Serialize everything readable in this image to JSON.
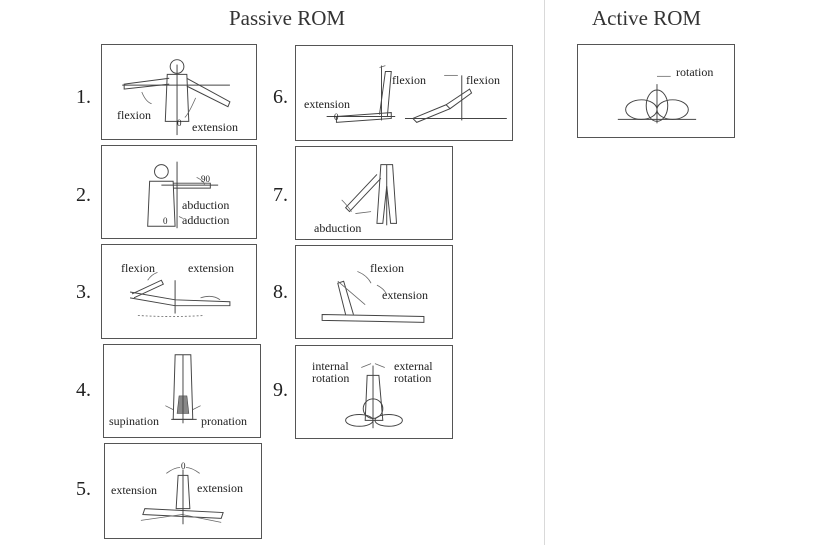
{
  "headings": {
    "passive": "Passive ROM",
    "active": "Active ROM"
  },
  "items": [
    {
      "number": "1.",
      "labels": {
        "flexion": "flexion",
        "zero": "0",
        "extension": "extension"
      }
    },
    {
      "number": "2.",
      "labels": {
        "ninety": "90",
        "abduction": "abduction",
        "zero": "0",
        "adduction": "adduction"
      }
    },
    {
      "number": "3.",
      "labels": {
        "flexion": "flexion",
        "extension": "extension"
      }
    },
    {
      "number": "4.",
      "labels": {
        "supination": "supination",
        "pronation": "pronation"
      }
    },
    {
      "number": "5.",
      "labels": {
        "zero": "0",
        "extension_left": "extension",
        "extension_right": "extension"
      }
    },
    {
      "number": "6.",
      "labels": {
        "extension": "extension",
        "zero": "0",
        "flexion_left": "flexion",
        "flexion_right": "flexion"
      }
    },
    {
      "number": "7.",
      "labels": {
        "abduction": "abduction"
      }
    },
    {
      "number": "8.",
      "labels": {
        "flexion": "flexion",
        "extension": "extension"
      }
    },
    {
      "number": "9.",
      "labels": {
        "internal": "internal",
        "internal_rotation": "rotation",
        "external": "external",
        "external_rotation": "rotation"
      }
    }
  ],
  "active": {
    "labels": {
      "rotation": "rotation"
    }
  }
}
